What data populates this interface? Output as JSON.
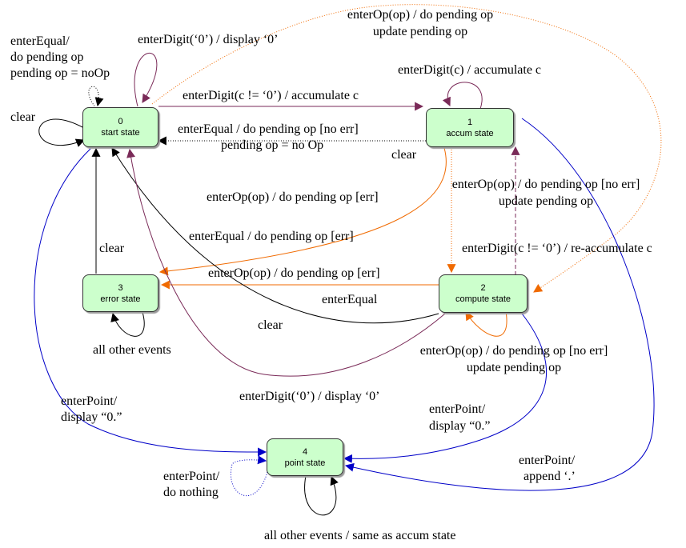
{
  "colors": {
    "state_fill": "#ccffcc",
    "purple_edge": "#7a2a58",
    "orange_edge": "#f06a00",
    "blue_edge": "#0000c8",
    "black_edge": "#000000"
  },
  "states": {
    "s0": {
      "id": "0",
      "name": "start state"
    },
    "s1": {
      "id": "1",
      "name": "accum state"
    },
    "s2": {
      "id": "2",
      "name": "compute state"
    },
    "s3": {
      "id": "3",
      "name": "error state"
    },
    "s4": {
      "id": "4",
      "name": "point state"
    }
  },
  "labels": {
    "enterEqual_0a": "enterEqual/",
    "enterEqual_0b": "do pending op",
    "enterEqual_0c": "pending op = noOp",
    "digit0_loop_0": "enterDigit(‘0’) / display ‘0’",
    "clear_0": "clear",
    "op_0_2_a": "enterOp(op) / do pending op",
    "op_0_2_b": "update pending op",
    "accum_loop_1": "enterDigit(c) / accumulate c",
    "digit_0_1": "enterDigit(c != ‘0’) / accumulate c",
    "equal_1_0_a": "enterEqual / do pending op [no err]",
    "equal_1_0_b": "pending op = no Op",
    "clear_1": "clear",
    "op_1_3": "enterOp(op) / do pending op [err]",
    "op_1_2_a": "enterOp(op) / do pending op [no err]",
    "op_1_2_b": "update pending op",
    "equal_1_3": "enterEqual / do pending op [err]",
    "reaccum_2_1": "enterDigit(c != ‘0’) / re-accumulate c",
    "clear_3": "clear",
    "op_2_3": "enterOp(op) / do pending op [err]",
    "equal_2_3": "enterEqual",
    "clear_2": "clear",
    "other_3": "all other events",
    "op_2_loop_a": "enterOp(op) / do pending op [no err]",
    "op_2_loop_b": "update pending op",
    "digit0_2_0": "enterDigit(‘0’) / display ‘0’",
    "point_0_4_a": "enterPoint/",
    "point_0_4_b": "display “0.”",
    "point_2_4_a": "enterPoint/",
    "point_2_4_b": "display “0.”",
    "point_1_4_a": "enterPoint/",
    "point_1_4_b": "append ‘.’",
    "point_loop_a": "enterPoint/",
    "point_loop_b": "do nothing",
    "other_4": "all other events / same as accum state"
  }
}
